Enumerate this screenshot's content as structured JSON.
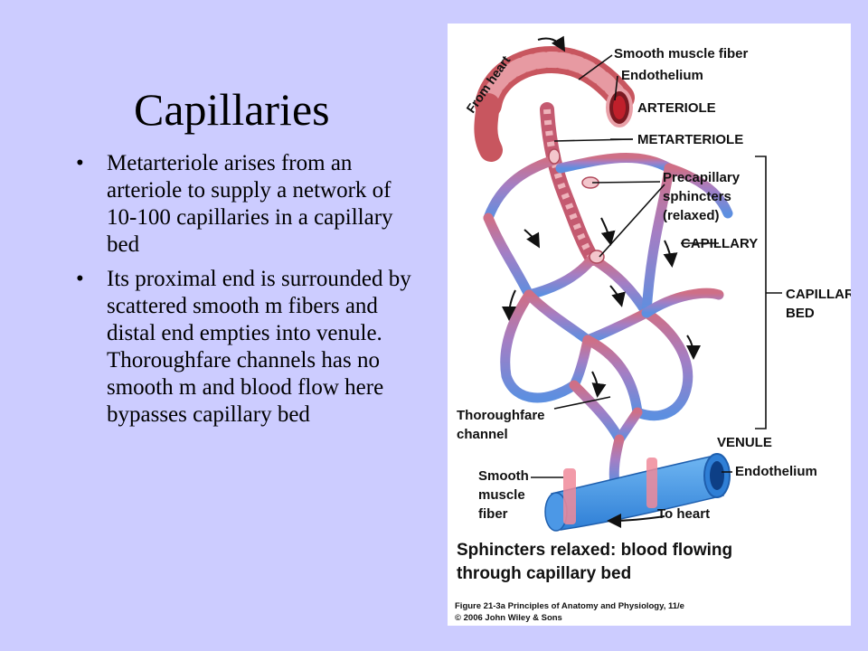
{
  "slide": {
    "title": "Capillaries",
    "bullets": [
      "Metarteriole arises from an arteriole to supply a network of 10-100 capillaries in a capillary bed",
      "Its proximal end is surrounded by scattered smooth m fibers and distal end empties into venule. Thoroughfare channels has no smooth m and blood flow here bypasses capillary bed"
    ]
  },
  "figure": {
    "labels": {
      "from_heart": "From heart",
      "smooth_muscle_fiber": "Smooth muscle fiber",
      "endothelium_top": "Endothelium",
      "arteriole": "ARTERIOLE",
      "metarteriole": "METARTERIOLE",
      "precapillary_1": "Precapillary",
      "precapillary_2": "sphincters",
      "precapillary_3": "(relaxed)",
      "capillary": "CAPILLARY",
      "capillary_bed_1": "CAPILLARY",
      "capillary_bed_2": "BED",
      "thoroughfare_1": "Thoroughfare",
      "thoroughfare_2": "channel",
      "venule": "VENULE",
      "smooth_1": "Smooth",
      "smooth_2": "muscle",
      "smooth_3": "fiber",
      "endothelium_bottom": "Endothelium",
      "to_heart": "To heart"
    },
    "caption_line1": "Sphincters relaxed: blood flowing",
    "caption_line2": "through capillary bed",
    "credit_line1": "Figure 21-3a  Principles of Anatomy and Physiology, 11/e",
    "credit_line2": "© 2006 John Wiley & Sons"
  }
}
